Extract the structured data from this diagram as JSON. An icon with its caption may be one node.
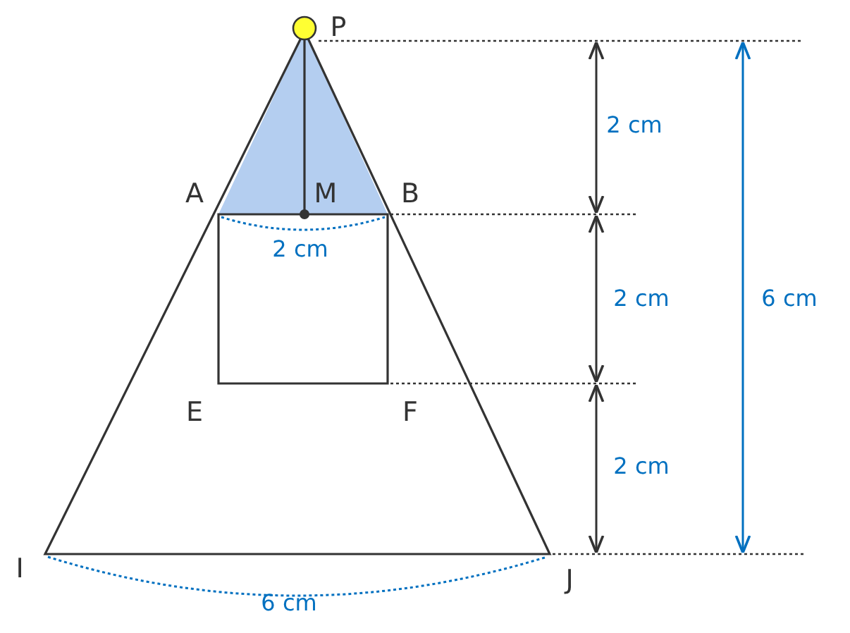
{
  "diagram": {
    "labels": [
      "P",
      "A",
      "M",
      "B",
      "2 cm",
      "2 cm",
      "2 cm",
      "6 cm",
      "E",
      "F",
      "2 cm",
      "I",
      "J",
      "6 cm"
    ]
  }
}
